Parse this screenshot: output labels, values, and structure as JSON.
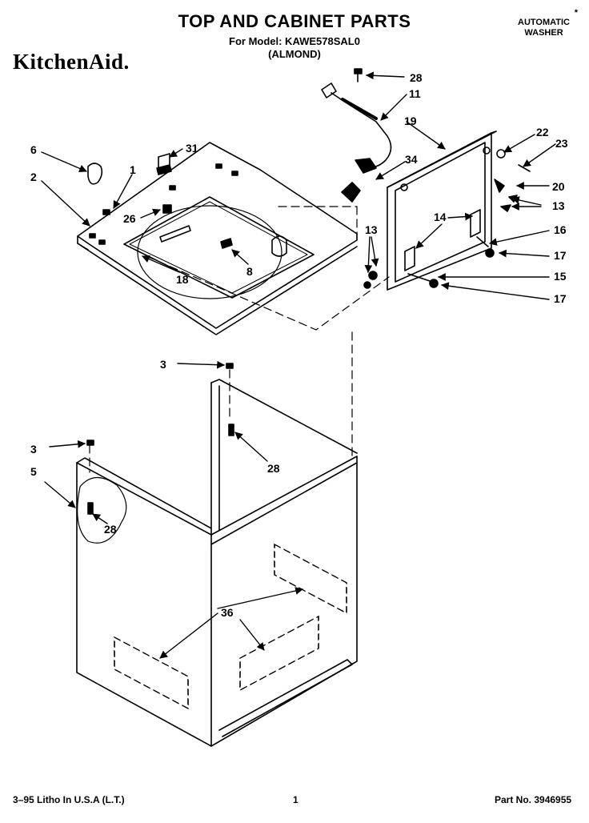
{
  "header": {
    "title": "TOP AND CABINET PARTS",
    "model_line": "For Model: KAWE578SAL0",
    "color_line": "(ALMOND)",
    "brand": "KitchenAid.",
    "corner_line1": "AUTOMATIC",
    "corner_line2": "WASHER",
    "corner_mark": "*"
  },
  "footer": {
    "litho": "3–95 Litho In U.S.A (L.T.)",
    "page": "1",
    "part_no": "Part No. 3946955"
  },
  "callouts": [
    "28",
    "11",
    "19",
    "22",
    "23",
    "6",
    "31",
    "1",
    "34",
    "2",
    "20",
    "13",
    "26",
    "14",
    "16",
    "13",
    "8",
    "17",
    "18",
    "15",
    "17",
    "3",
    "3",
    "28",
    "5",
    "28",
    "36"
  ],
  "colors": {
    "ink": "#000000",
    "background": "#ffffff",
    "hatch": "#555555"
  }
}
